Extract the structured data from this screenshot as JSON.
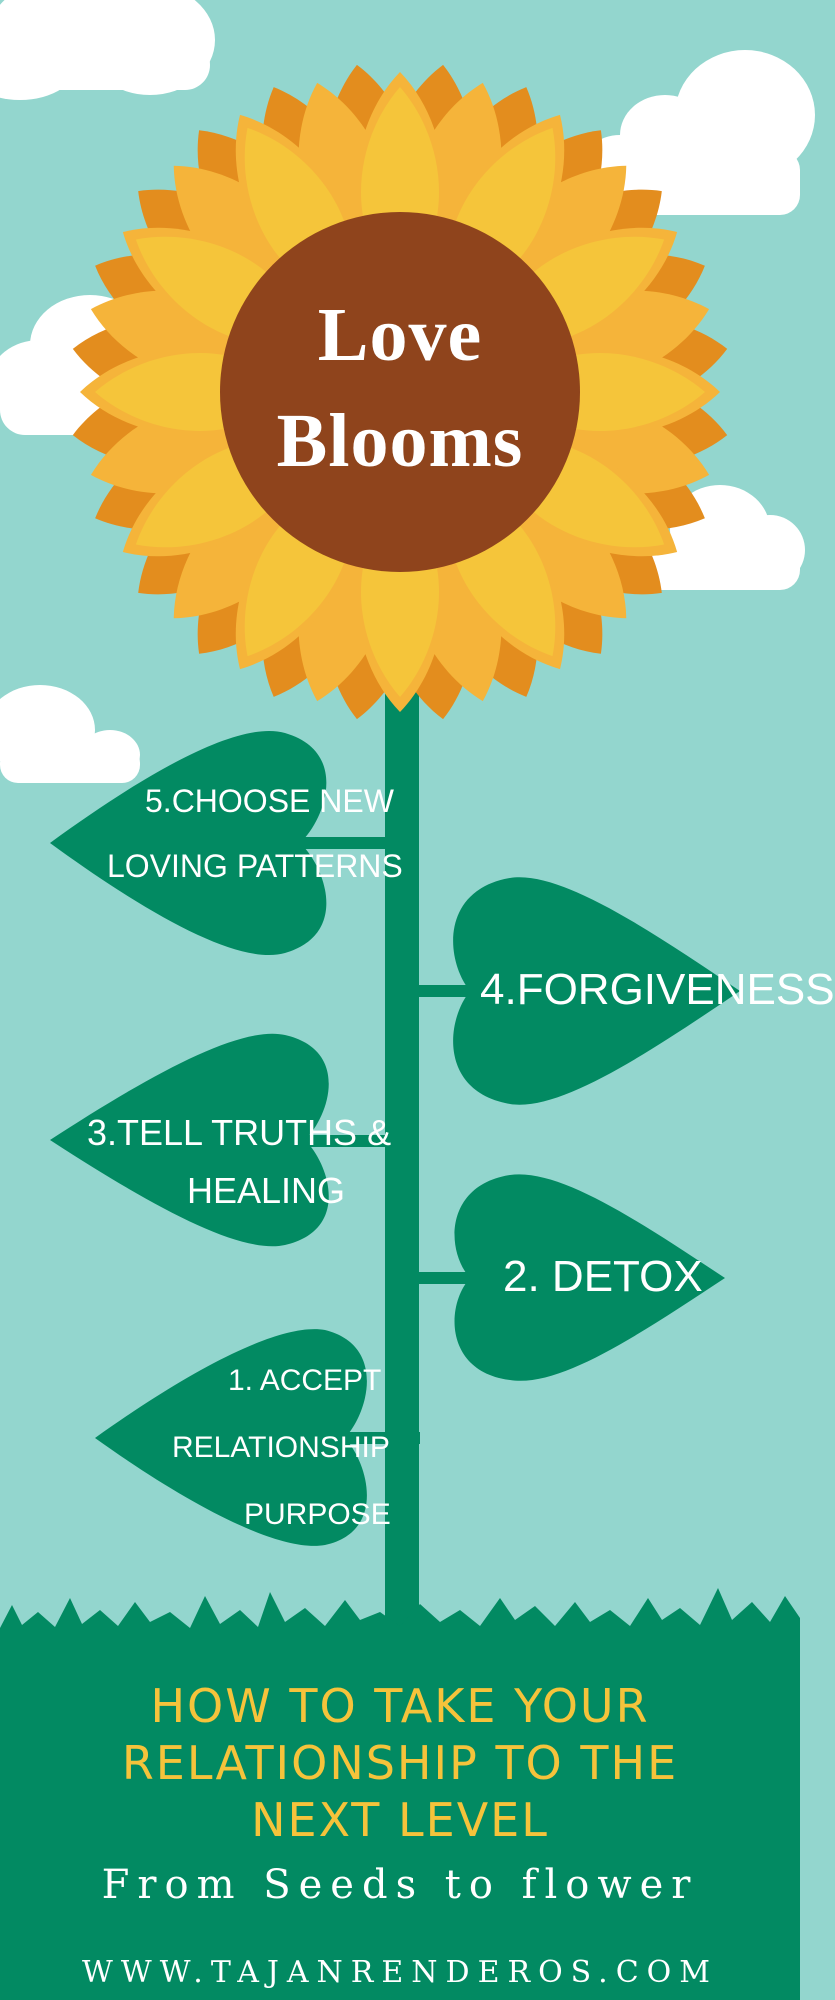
{
  "flower": {
    "title_line1": "Love",
    "title_line2": "Blooms",
    "center_color": "#8f441c",
    "petal_colors": [
      "#e38d1e",
      "#f5b43a",
      "#f5c53a"
    ]
  },
  "leaves": {
    "leaf5": {
      "line1": "5.CHOOSE NEW",
      "line2": "LOVING PATTERNS"
    },
    "leaf4": {
      "line1": "4.FORGIVENESS"
    },
    "leaf3": {
      "line1": "3.TELL TRUTHS &",
      "line2": "HEALING"
    },
    "leaf2": {
      "line1": "2. DETOX"
    },
    "leaf1": {
      "line1": "1. ACCEPT",
      "line2": "RELATIONSHIP",
      "line3": "PURPOSE"
    }
  },
  "footer": {
    "headline_line1": "HOW TO TAKE YOUR",
    "headline_line2": "RELATIONSHIP TO THE",
    "headline_line3": "NEXT LEVEL",
    "subtitle": "From Seeds to flower",
    "website": "WWW.TAJANRENDEROS.COM"
  },
  "colors": {
    "sky": "#93d6ce",
    "green": "#028a62",
    "headline": "#f5c33b",
    "white": "#ffffff"
  }
}
